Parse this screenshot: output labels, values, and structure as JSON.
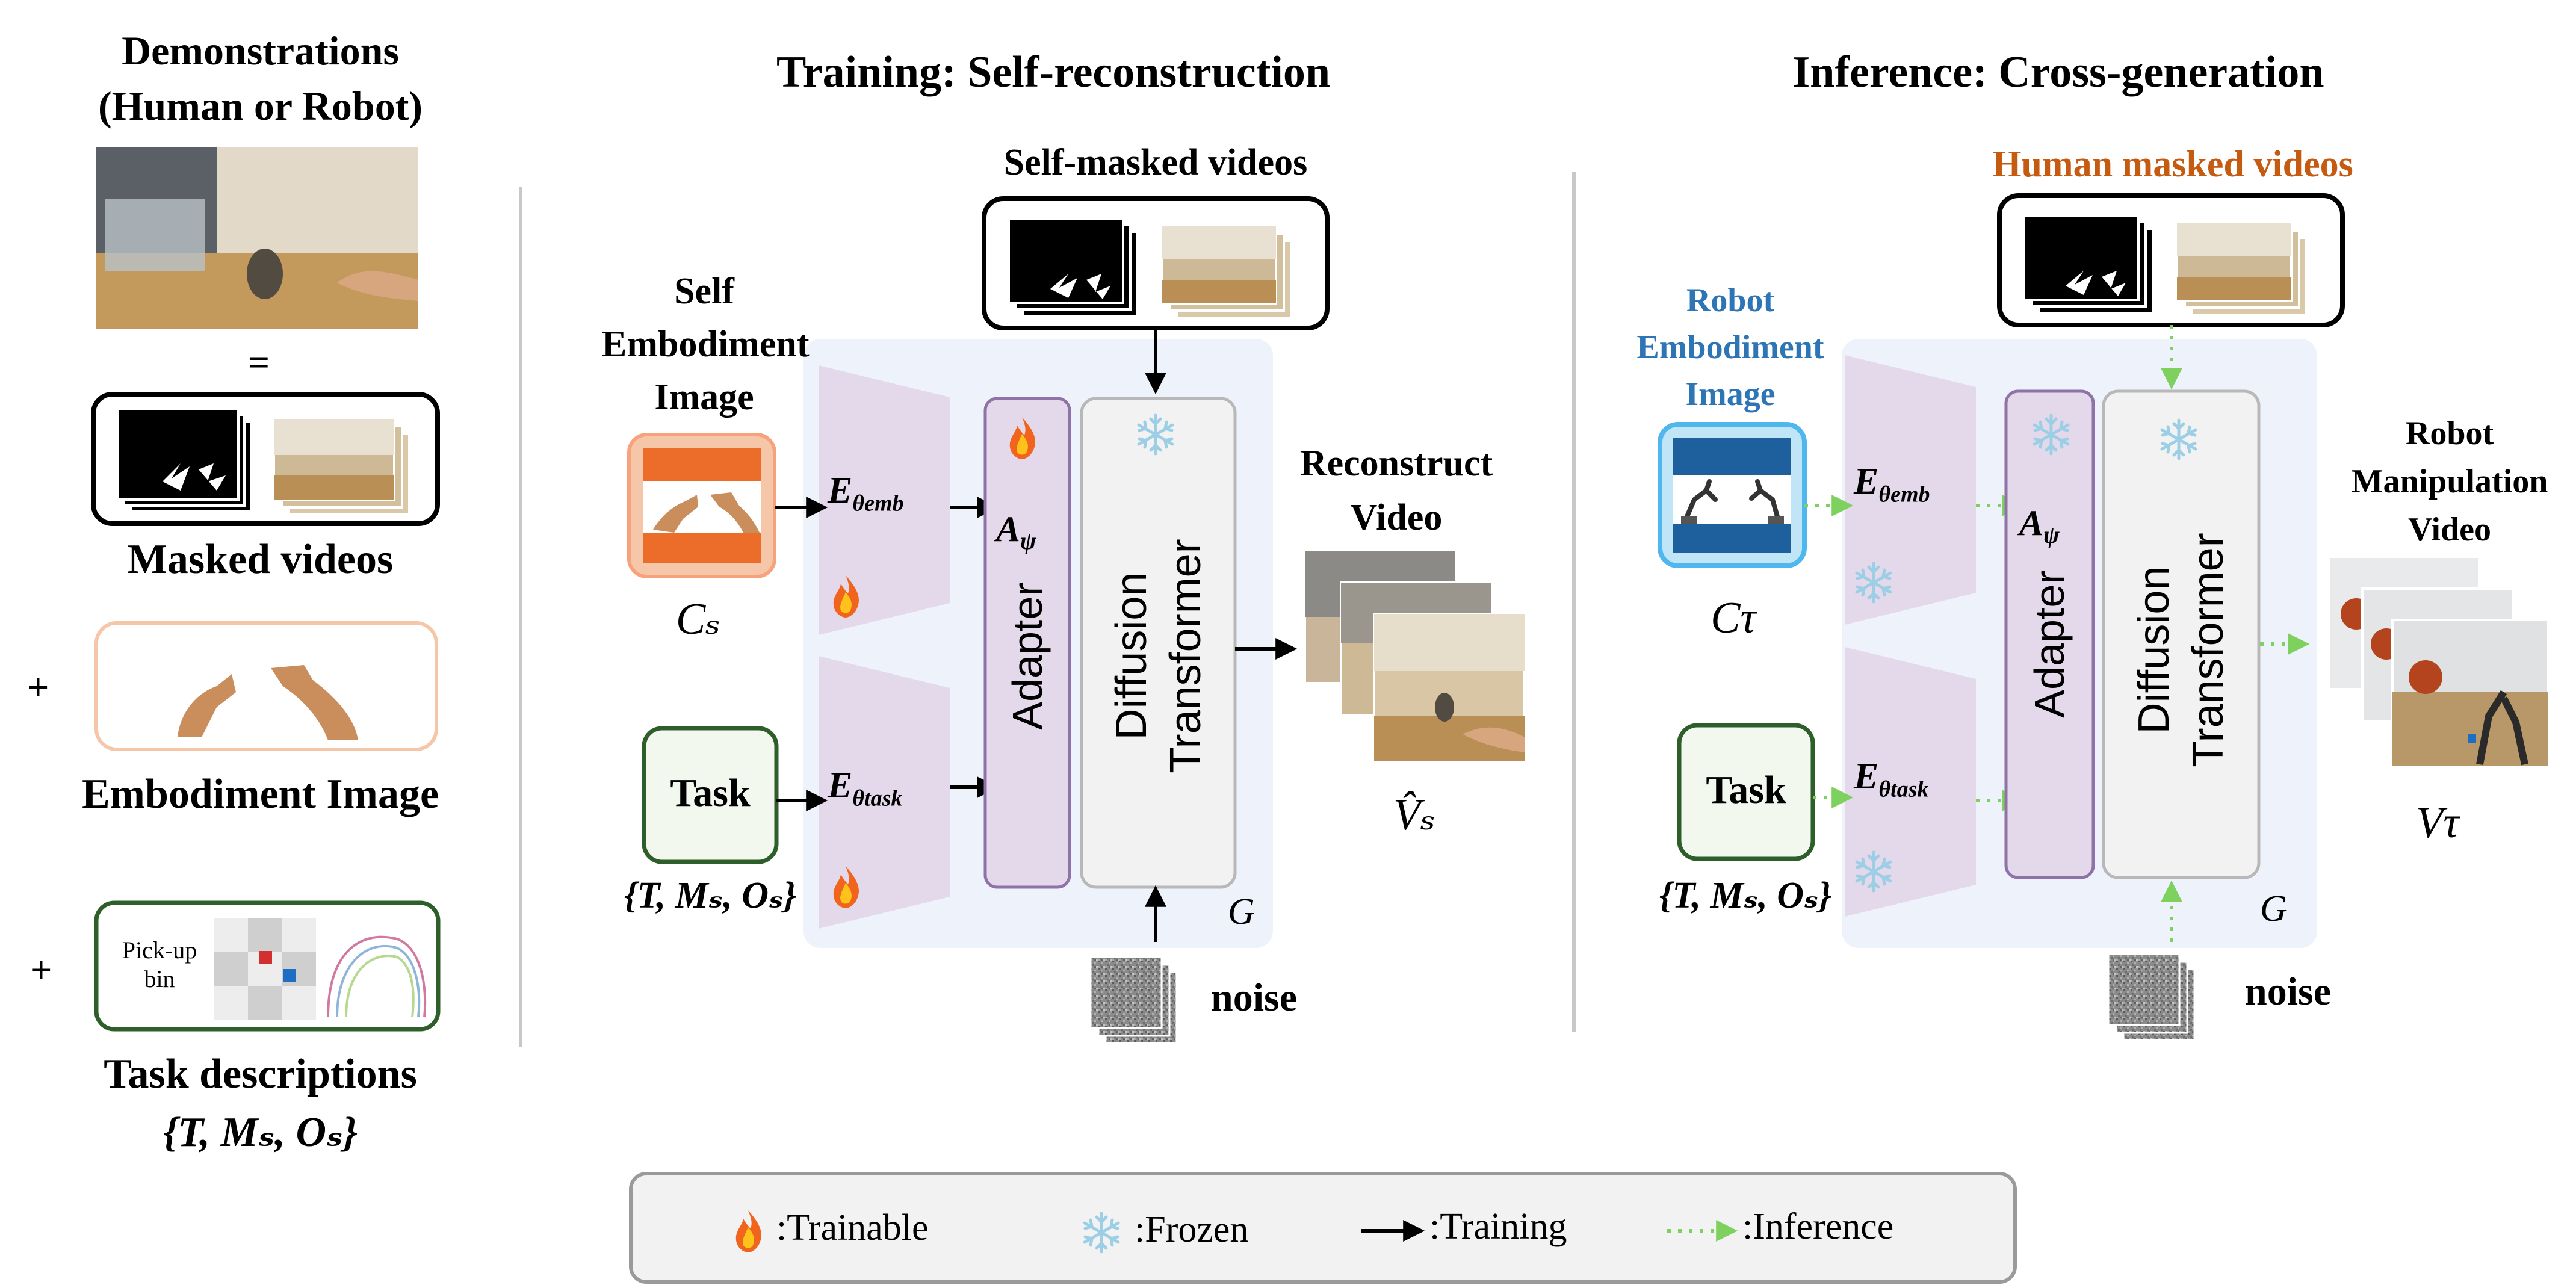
{
  "demos": {
    "title_line1": "Demonstrations",
    "title_line2": "(Human or Robot)",
    "equals": "=",
    "masked_label": "Masked videos",
    "plus": "+",
    "embodiment_label": "Embodiment Image",
    "task_label": "Task descriptions",
    "task_formula": "{T, Mₛ, Oₛ}",
    "task_card_text_line1": "Pick-up",
    "task_card_text_line2": "bin"
  },
  "training": {
    "title": "Training: Self-reconstruction",
    "masked_title": "Self-masked videos",
    "emb_title_line1": "Self",
    "emb_title_line2": "Embodiment",
    "emb_title_line3": "Image",
    "cond_symbol": "Cₛ",
    "task_box": "Task",
    "task_formula": "{T, Mₛ, Oₛ}",
    "enc_emb": "E",
    "enc_emb_sub": "θemb",
    "enc_task": "E",
    "enc_task_sub": "θtask",
    "adapter_symbol": "A",
    "adapter_sub": "ψ",
    "adapter_label": "Adapter",
    "dit_line1": "Diffusion",
    "dit_line2": "Transformer",
    "g_label": "G",
    "noise_label": "noise",
    "output_title_line1": "Reconstruct",
    "output_title_line2": "Video",
    "output_symbol": "V̂ₛ"
  },
  "inference": {
    "title": "Inference: Cross-generation",
    "masked_title": "Human masked videos",
    "emb_title_line1": "Robot",
    "emb_title_line2": "Embodiment",
    "emb_title_line3": "Image",
    "cond_symbol": "Cτ",
    "task_box": "Task",
    "task_formula": "{T, Mₛ, Oₛ}",
    "enc_emb": "E",
    "enc_emb_sub": "θemb",
    "enc_task": "E",
    "enc_task_sub": "θtask",
    "adapter_symbol": "A",
    "adapter_sub": "ψ",
    "adapter_label": "Adapter",
    "dit_line1": "Diffusion",
    "dit_line2": "Transformer",
    "g_label": "G",
    "noise_label": "noise",
    "output_title_line1": "Robot",
    "output_title_line2": "Manipulation",
    "output_title_line3": "Video",
    "output_symbol": "Vτ"
  },
  "legend": {
    "trainable": ":Trainable",
    "frozen": ":Frozen",
    "training": ":Training",
    "inference": ":Inference",
    "trainable_icon": "fire-icon",
    "frozen_icon": "snowflake-icon"
  },
  "colors": {
    "inference_title": "#c55a11",
    "robot_title": "#2e75b6",
    "encoder_fill": "#e4d9ea",
    "panel_fill": "#eef2fa",
    "adapter_fill": "#e4d9ea",
    "adapter_stroke": "#8f73a8",
    "dit_fill": "#f2f2f2",
    "task_stroke": "#2e5e2a",
    "task_fill": "#f2f8ee",
    "human_emb_stroke": "#f7a27d",
    "human_emb_fill": "#f6c6a8",
    "robot_emb_stroke": "#4fb7ee",
    "inference_arrow": "#7ed05f",
    "legend_fill": "#f2f2f2",
    "legend_stroke": "#9a9a9a"
  }
}
